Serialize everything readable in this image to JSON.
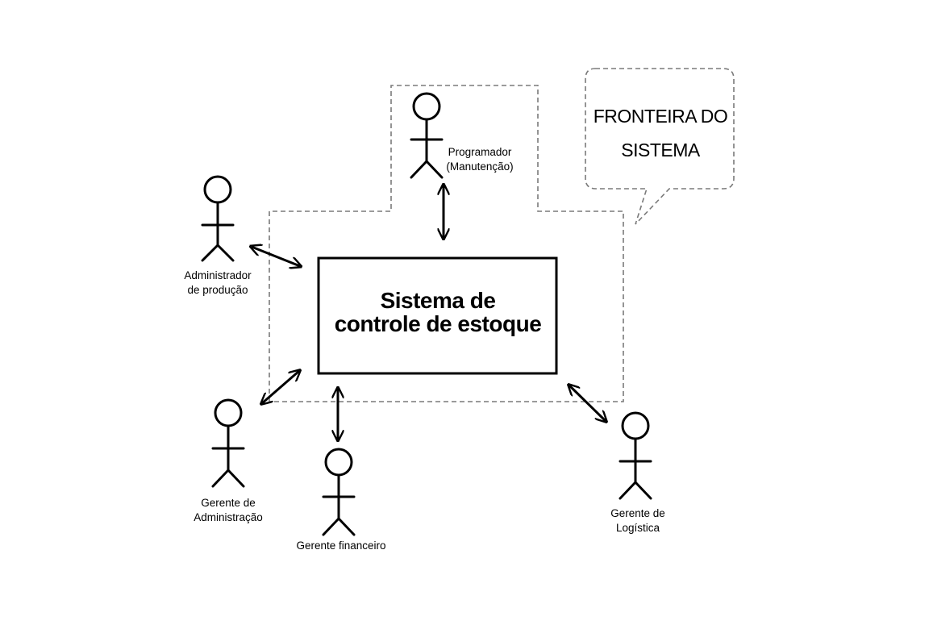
{
  "diagram": {
    "system_label": "Sistema de\ncontrole de estoque",
    "boundary_callout": "FRONTEIRA DO\nSISTEMA",
    "actors": [
      {
        "id": "programador",
        "label": "Programador\n(Manutenção)"
      },
      {
        "id": "administrador-producao",
        "label": "Administrador\nde produção"
      },
      {
        "id": "gerente-administracao",
        "label": "Gerente de\nAdministração"
      },
      {
        "id": "gerente-financeiro",
        "label": "Gerente financeiro"
      },
      {
        "id": "gerente-logistica",
        "label": "Gerente de\nLogística"
      }
    ]
  }
}
